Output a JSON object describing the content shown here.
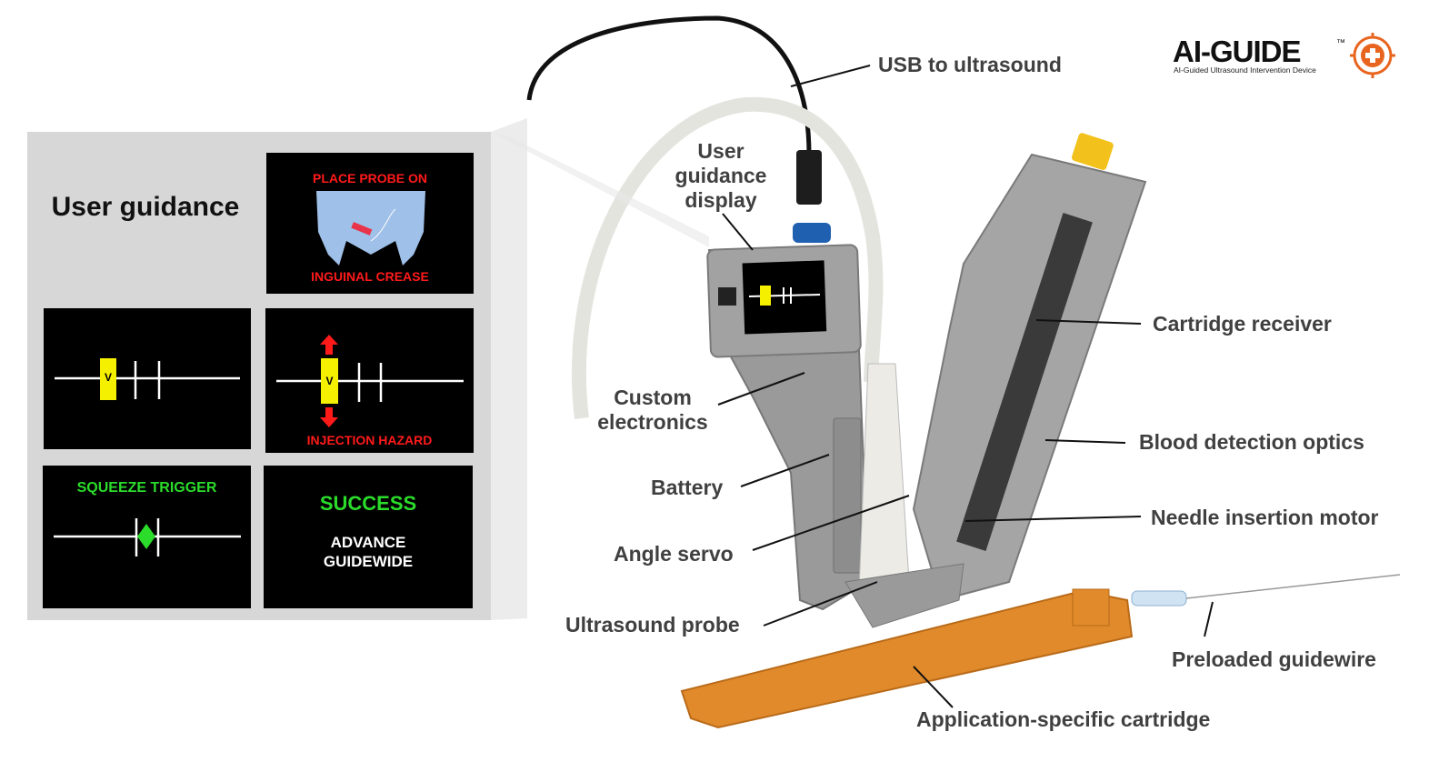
{
  "guidance": {
    "title": "User guidance",
    "screen1": {
      "top": "PLACE  PROBE  ON",
      "bottom": "INGUINAL  CREASE"
    },
    "v_marker": "V",
    "screen3": {
      "warning": "INJECTION HAZARD"
    },
    "screen4": {
      "text": "SQUEEZE TRIGGER"
    },
    "screen5": {
      "title": "SUCCESS",
      "line1": "ADVANCE",
      "line2": "GUIDEWIDE"
    }
  },
  "logo": {
    "name": "AI-GUIDE",
    "tm": "™",
    "subtitle": "AI-Guided Ultrasound Intervention Device"
  },
  "callouts": {
    "usb": "USB to ultrasound",
    "display": "User guidance display",
    "electronics": "Custom electronics",
    "battery": "Battery",
    "servo": "Angle servo",
    "probe": "Ultrasound probe",
    "receiver": "Cartridge receiver",
    "optics": "Blood detection optics",
    "motor": "Needle insertion motor",
    "guidewire": "Preloaded guidewire",
    "cartridge": "Application-specific cartridge"
  },
  "colors": {
    "panel": "#d7d7d7",
    "warning_red": "#ff1a1a",
    "success_green": "#2bdc2b",
    "marker_yellow": "#f5f000",
    "logo_orange": "#e8651f",
    "label_gray": "#404040"
  }
}
